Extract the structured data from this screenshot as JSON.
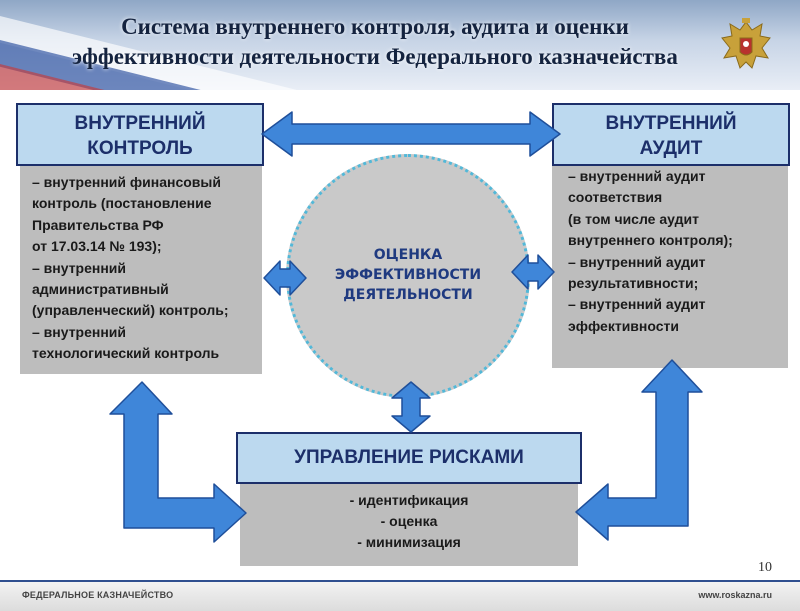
{
  "title": {
    "line1": "Система внутреннего контроля, аудита и оценки",
    "line2": "эффективности деятельности Федерального казначейства"
  },
  "internal_control": {
    "heading_line1": "ВНУТРЕННИЙ",
    "heading_line2": "КОНТРОЛЬ",
    "lines": [
      "– внутренний финансовый",
      "контроль (постановление",
      "Правительства РФ",
      "от 17.03.14 № 193);",
      "– внутренний",
      "административный",
      "(управленческий) контроль;",
      "– внутренний",
      "технологический контроль"
    ]
  },
  "internal_audit": {
    "heading_line1": "ВНУТРЕННИЙ",
    "heading_line2": "АУДИТ",
    "lines": [
      "– внутренний аудит",
      "соответствия",
      "(в том числе аудит",
      "внутреннего контроля);",
      "– внутренний аудит",
      "результативности;",
      "– внутренний аудит",
      "эффективности"
    ]
  },
  "evaluation": {
    "line1": "ОЦЕНКА",
    "line2": "ЭФФЕКТИВНОСТИ",
    "line3": "ДЕЯТЕЛЬНОСТИ"
  },
  "risk_management": {
    "heading": "УПРАВЛЕНИЕ РИСКАМИ",
    "items": [
      "- идентификация",
      "- оценка",
      "- минимизация"
    ]
  },
  "footer": {
    "left": "ФЕДЕРАЛЬНОЕ КАЗНАЧЕЙСТВО",
    "right": "www.roskazna.ru",
    "page_number": "10"
  },
  "colors": {
    "arrow_fill": "#3f86d9",
    "arrow_stroke": "#1f4f9a",
    "heading_fill": "#bcd9ef",
    "heading_border": "#1c2f6a",
    "body_fill": "#bdbdbd",
    "circle_fill": "#c9c9c9",
    "circle_border": "#52b8d8"
  }
}
